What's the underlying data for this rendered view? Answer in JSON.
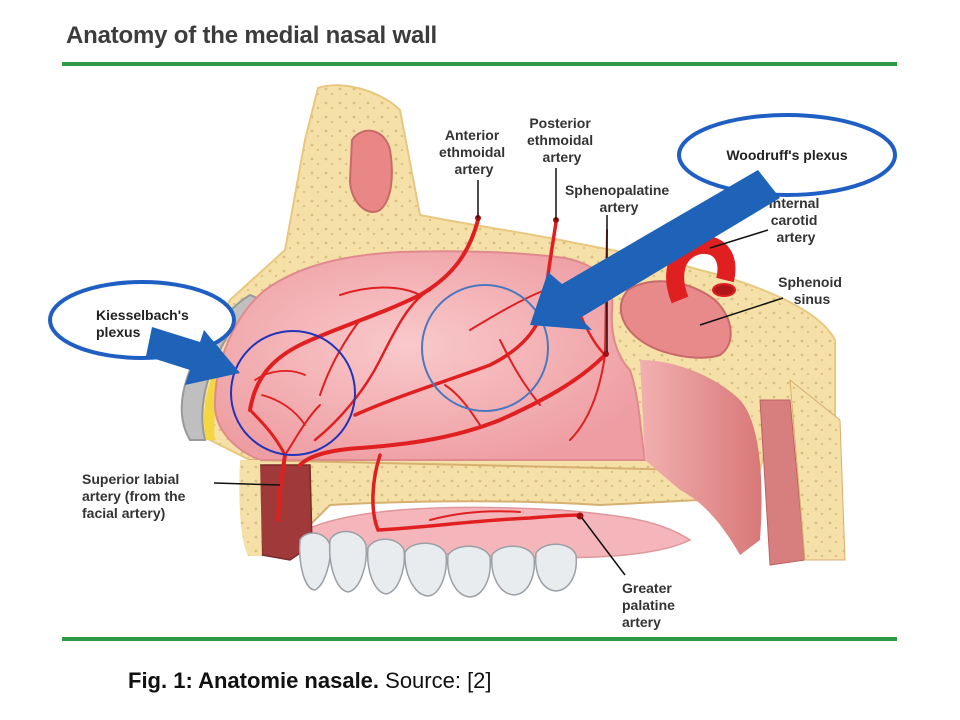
{
  "title": "Anatomy of the medial nasal wall",
  "caption": {
    "bold": "Fig. 1: Anatomie nasale.",
    "rest": " Source: [2]"
  },
  "labels": {
    "anterior_ethmoidal": [
      "Anterior",
      "ethmoidal",
      "artery"
    ],
    "posterior_ethmoidal": [
      "Posterior",
      "ethmoidal",
      "artery"
    ],
    "sphenopalatine": [
      "Sphenopalatine",
      "artery"
    ],
    "internal_carotid": [
      "Internal",
      "carotid",
      "artery"
    ],
    "sphenoid_sinus": [
      "Sphenoid",
      "sinus"
    ],
    "superior_labial": [
      "Superior labial",
      "artery (from the",
      "facial artery)"
    ],
    "greater_palatine": [
      "Greater",
      "palatine",
      "artery"
    ]
  },
  "callouts": {
    "kiesselbach": [
      "Kiesselbach's",
      "plexus"
    ],
    "woodruff": "Woodruff's plexus"
  },
  "colors": {
    "rule": "#2e9a45",
    "callout_ellipse": "#1f5fc4",
    "arrow": "#1e63b8",
    "artery": "#e02020",
    "mucosa": "#f3b3b6",
    "bone": "#f4dfa8"
  }
}
